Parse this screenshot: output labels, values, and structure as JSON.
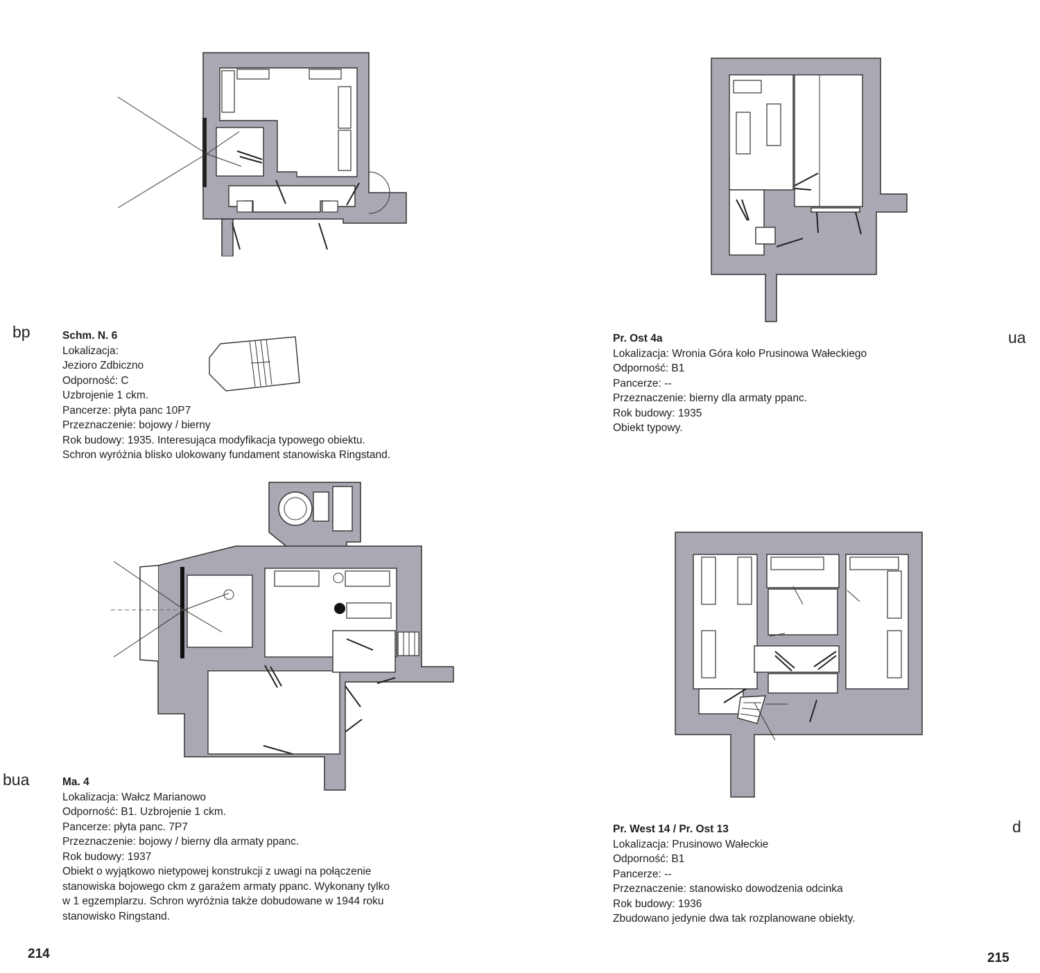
{
  "page_left": "214",
  "page_right": "215",
  "side_codes": [
    "bp",
    "ua",
    "bua",
    "d"
  ],
  "entries": [
    {
      "title": "Schm. N. 6",
      "lines": [
        "Lokalizacja:",
        "Jezioro Zdbiczno",
        "Odporność: C",
        "Uzbrojenie 1 ckm.",
        "Pancerze: płyta panc 10P7",
        "Przeznaczenie: bojowy / bierny",
        "Rok budowy: 1935. Interesująca modyfikacja typowego obiektu.",
        "Schron wyróżnia blisko ulokowany fundament stanowiska Ringstand."
      ]
    },
    {
      "title": "Pr. Ost 4a",
      "lines": [
        "Lokalizacja: Wronia Góra koło Prusinowa Wałeckiego",
        "Odporność: B1",
        "Pancerze: --",
        "Przeznaczenie: bierny dla armaty ppanc.",
        "Rok budowy: 1935",
        "Obiekt typowy."
      ]
    },
    {
      "title": "Ma. 4",
      "lines": [
        "Lokalizacja: Wałcz Marianowo",
        "Odporność: B1. Uzbrojenie 1 ckm.",
        "Pancerze: płyta panc. 7P7",
        "Przeznaczenie: bojowy / bierny dla armaty ppanc.",
        "Rok budowy: 1937",
        "Obiekt o wyjątkowo nietypowej konstrukcji z uwagi na połączenie",
        "stanowiska bojowego ckm z garażem armaty ppanc. Wykonany tylko",
        "w 1 egzemplarzu. Schron wyróżnia także dobudowane w 1944 roku",
        "stanowisko Ringstand."
      ]
    },
    {
      "title": "Pr. West 14 / Pr. Ost 13",
      "lines": [
        "Lokalizacja: Prusinowo Wałeckie",
        "Odporność: B1",
        "Pancerze: --",
        "Przeznaczenie: stanowisko dowodzenia odcinka",
        "Rok budowy: 1936",
        "Zbudowano jedynie dwa tak rozplanowane obiekty."
      ]
    }
  ]
}
